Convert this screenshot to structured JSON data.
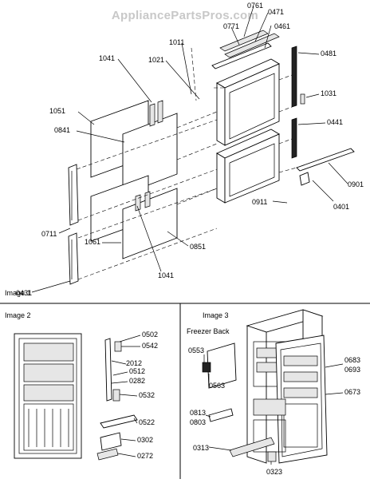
{
  "watermark": "AppliancePartsPros.com",
  "sections": {
    "image1": "Image 1",
    "image2": "Image 2",
    "image3": "Image 3",
    "freezer_back": "Freezer Back"
  },
  "labels_image1": [
    "0761",
    "0471",
    "0771",
    "0461",
    "1011",
    "1041",
    "1021",
    "0481",
    "1031",
    "1051",
    "0841",
    "0441",
    "0901",
    "0911",
    "0401",
    "0711",
    "1061",
    "0851",
    "1041",
    "0431"
  ],
  "labels_image2": [
    "0502",
    "0542",
    "2012",
    "0512",
    "0282",
    "0532",
    "0522",
    "0302",
    "0272"
  ],
  "labels_image3": [
    "0553",
    "0563",
    "0683",
    "0693",
    "0673",
    "0813",
    "0803",
    "0313",
    "0323"
  ]
}
